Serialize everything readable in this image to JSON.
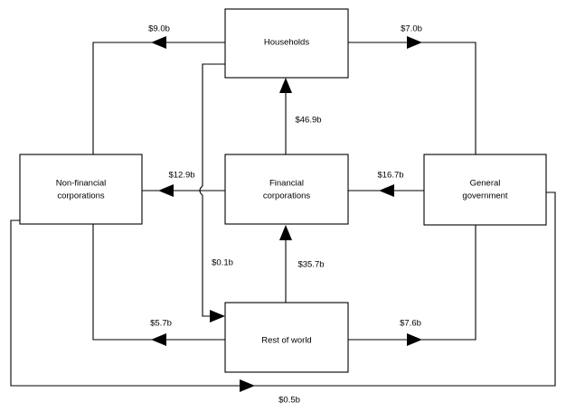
{
  "chart_data": {
    "type": "diagram",
    "title": "",
    "diagram_kind": "financial-flow-network",
    "unit": "billions of dollars",
    "nodes": [
      {
        "id": "households",
        "label_line1": "Households",
        "label_line2": ""
      },
      {
        "id": "nonfinancial",
        "label_line1": "Non-financial",
        "label_line2": "corporations"
      },
      {
        "id": "financial",
        "label_line1": "Financial",
        "label_line2": "corporations"
      },
      {
        "id": "government",
        "label_line1": "General",
        "label_line2": "government"
      },
      {
        "id": "restofworld",
        "label_line1": "Rest of world",
        "label_line2": ""
      }
    ],
    "flows": [
      {
        "id": "hh-to-nfc",
        "from": "households",
        "to": "nonfinancial",
        "value": 9.0,
        "label": "$9.0b"
      },
      {
        "id": "hh-to-gov",
        "from": "households",
        "to": "government",
        "value": 7.0,
        "label": "$7.0b"
      },
      {
        "id": "fc-to-hh",
        "from": "financial",
        "to": "households",
        "value": 46.9,
        "label": "$46.9b"
      },
      {
        "id": "fc-to-nfc",
        "from": "financial",
        "to": "nonfinancial",
        "value": 12.9,
        "label": "$12.9b"
      },
      {
        "id": "gov-to-fc",
        "from": "government",
        "to": "financial",
        "value": 16.7,
        "label": "$16.7b"
      },
      {
        "id": "hh-to-row",
        "from": "households",
        "to": "restofworld",
        "value": 0.1,
        "label": "$0.1b"
      },
      {
        "id": "row-to-fc",
        "from": "restofworld",
        "to": "financial",
        "value": 35.7,
        "label": "$35.7b"
      },
      {
        "id": "row-to-nfc",
        "from": "restofworld",
        "to": "nonfinancial",
        "value": 5.7,
        "label": "$5.7b"
      },
      {
        "id": "row-to-gov",
        "from": "restofworld",
        "to": "government",
        "value": 7.6,
        "label": "$7.6b"
      },
      {
        "id": "nfc-to-gov",
        "from": "nonfinancial",
        "to": "government",
        "value": 0.5,
        "label": "$0.5b"
      }
    ]
  },
  "nodes": {
    "households": {
      "line1": "Households",
      "line2": ""
    },
    "nonfinancial": {
      "line1": "Non-financial",
      "line2": "corporations"
    },
    "financial": {
      "line1": "Financial",
      "line2": "corporations"
    },
    "government": {
      "line1": "General",
      "line2": "government"
    },
    "restofworld": {
      "line1": "Rest of world",
      "line2": ""
    }
  },
  "labels": {
    "hh_to_nfc": "$9.0b",
    "hh_to_gov": "$7.0b",
    "fc_to_hh": "$46.9b",
    "fc_to_nfc": "$12.9b",
    "gov_to_fc": "$16.7b",
    "hh_to_row": "$0.1b",
    "row_to_fc": "$35.7b",
    "row_to_nfc": "$5.7b",
    "row_to_gov": "$7.6b",
    "nfc_to_gov": "$0.5b"
  },
  "colors": {
    "line": "#000000",
    "box_fill": "#ffffff",
    "background": "#ffffff",
    "text": "#000000"
  }
}
